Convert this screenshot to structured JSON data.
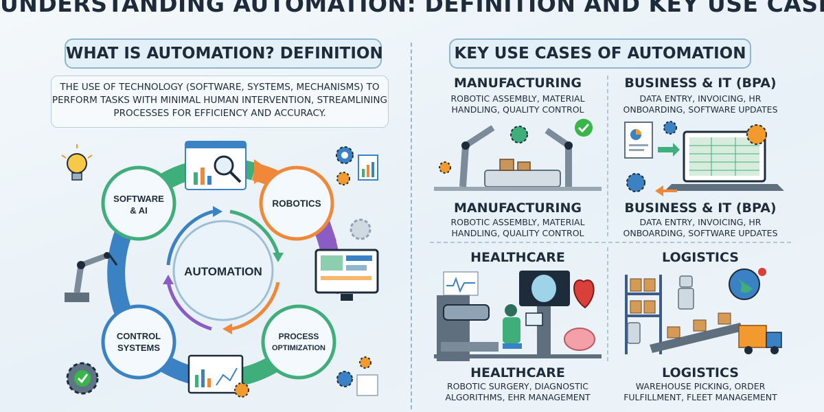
{
  "title": "UNDERSTANDING AUTOMATION: DEFINITION AND KEY USE CASES",
  "left_panel": {
    "header": "WHAT IS AUTOMATION? DEFINITION",
    "definition": "THE USE OF TECHNOLOGY (SOFTWARE, SYSTEMS, MECHANISMS) TO PERFORM TASKS WITH MINIMAL HUMAN INTERVENTION, STREAMLINING PROCESSES FOR EFFICIENCY AND ACCURACY.",
    "cycle": {
      "center": "AUTOMATION",
      "nodes": [
        {
          "line1": "SOFTWARE",
          "line2": "& AI"
        },
        {
          "line1": "ROBOTICS",
          "line2": ""
        },
        {
          "line1": "PROCESS",
          "line2": "OPTIMIZATION"
        },
        {
          "line1": "CONTROL",
          "line2": "SYSTEMS"
        }
      ]
    }
  },
  "right_panel": {
    "header": "KEY USE CASES OF AUTOMATION",
    "use_cases": [
      {
        "title": "MANUFACTURING",
        "desc": "ROBOTIC ASSEMBLY, MATERIAL\nHANDLING, QUALITY CONTROL"
      },
      {
        "title": "BUSINESS & IT (BPA)",
        "desc": "DATA ENTRY, INVOICING, HR\nONBOARDING, SOFTWARE UPDATES"
      },
      {
        "title": "MANUFACTURING",
        "desc": "ROBOTIC ASSEMBLY, MATERIAL\nHANDLING, QUALITY CONTROL"
      },
      {
        "title": "BUSINESS & IT (BPA)",
        "desc": "DATA ENTRY, INVOICING, HR\nONBOARDING, SOFTWARE UPDATES"
      },
      {
        "title": "HEALTHCARE",
        "desc": ""
      },
      {
        "title": "LOGISTICS",
        "desc": ""
      },
      {
        "title": "HEALTHCARE",
        "desc": "ROBOTIC SURGERY, DIAGNOSTIC\nALGORITHMS, EHR MANAGEMENT"
      },
      {
        "title": "LOGISTICS",
        "desc": "WAREHOUSE PICKING, ORDER\nFULFILLMENT, FLEET MANAGEMENT"
      }
    ]
  },
  "colors": {
    "ring_blue": "#3b82c4",
    "ring_green": "#3fae7a",
    "ring_orange": "#f0883a",
    "ring_purple": "#8a5cc4",
    "accent_orange": "#f29a2e",
    "check_green": "#39b54a"
  },
  "icons": [
    "lightbulb-icon",
    "gear-icon",
    "magnifier-chart-icon",
    "robot-arm-icon",
    "monitor-icon",
    "check-gear-icon",
    "laptop-spreadsheet-icon",
    "globe-pin-icon",
    "truck-icon",
    "heart-icon",
    "brain-icon"
  ]
}
